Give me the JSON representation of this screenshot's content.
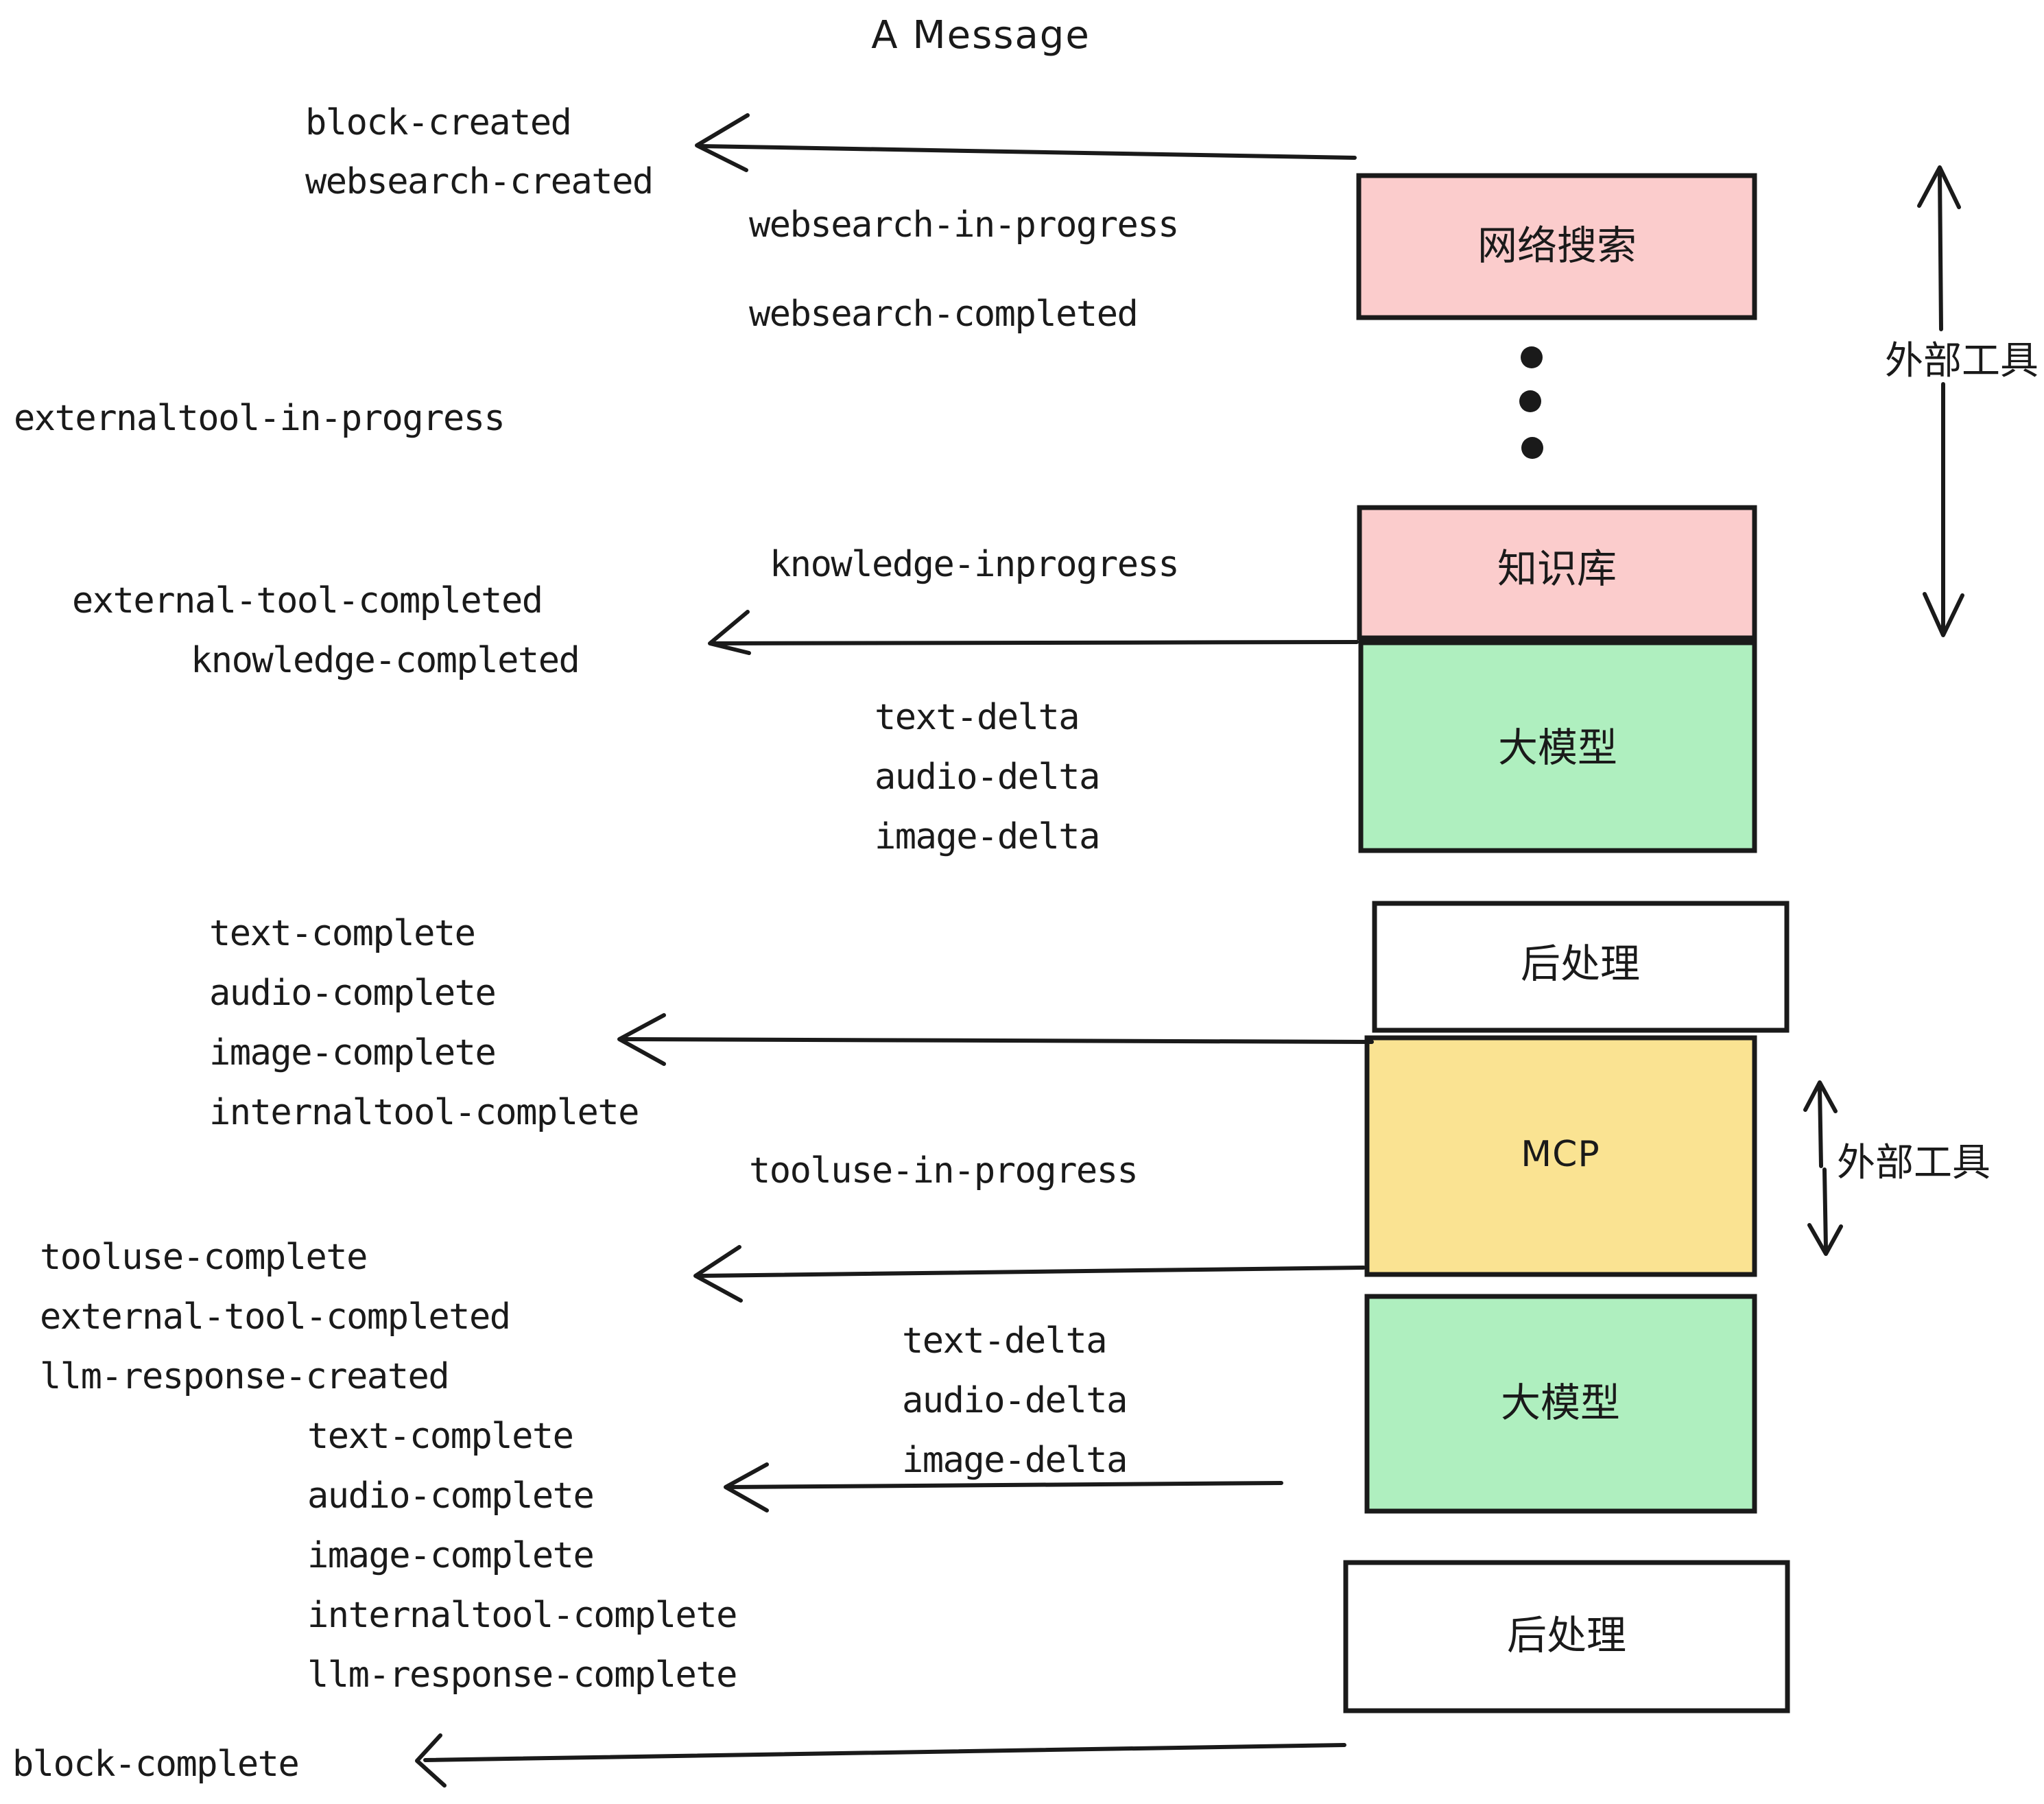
{
  "title": "A Message",
  "colors": {
    "pink": "#FBCCCC",
    "green": "#AFEFBF",
    "yellow": "#FAE392",
    "white": "#FFFFFF",
    "stroke": "#1A1A1A",
    "text": "#1A1A1A"
  },
  "boxes": [
    {
      "id": "websearch",
      "label": "网络搜索",
      "fill": "#FBCCCC"
    },
    {
      "id": "knowledge",
      "label": "知识库",
      "fill": "#FBCCCC"
    },
    {
      "id": "llm-top",
      "label": "大模型",
      "fill": "#AFEFBF"
    },
    {
      "id": "postproc-top",
      "label": "后处理",
      "fill": "#FFFFFF"
    },
    {
      "id": "mcp",
      "label": "MCP",
      "fill": "#FAE392"
    },
    {
      "id": "llm-bottom",
      "label": "大模型",
      "fill": "#AFEFBF"
    },
    {
      "id": "postproc-bottom",
      "label": "后处理",
      "fill": "#FFFFFF"
    }
  ],
  "side_annotations": [
    {
      "id": "external-tools-top",
      "label": "外部工具"
    },
    {
      "id": "external-tools-bottom",
      "label": "外部工具"
    }
  ],
  "events": {
    "block_created": "block-created",
    "websearch_created": "websearch-created",
    "websearch_in_progress": "websearch-in-progress",
    "websearch_completed": "websearch-completed",
    "externaltool_in_progress": "externaltool-in-progress",
    "knowledge_inprogress": "knowledge-inprogress",
    "external_tool_completed_1": "external-tool-completed",
    "knowledge_completed": "knowledge-completed",
    "text_delta_1": "text-delta",
    "audio_delta_1": "audio-delta",
    "image_delta_1": "image-delta",
    "text_complete_1": "text-complete",
    "audio_complete_1": "audio-complete",
    "image_complete_1": "image-complete",
    "internaltool_complete_1": "internaltool-complete",
    "tooluse_in_progress": "tooluse-in-progress",
    "tooluse_complete": "tooluse-complete",
    "external_tool_completed_2": "external-tool-completed",
    "llm_response_created": "llm-response-created",
    "text_delta_2": "text-delta",
    "audio_delta_2": "audio-delta",
    "image_delta_2": "image-delta",
    "text_complete_2": "text-complete",
    "audio_complete_2": "audio-complete",
    "image_complete_2": "image-complete",
    "internaltool_complete_2": "internaltool-complete",
    "llm_response_complete": "llm-response-complete",
    "block_complete": "block-complete"
  },
  "ellipsis_dots": 3
}
